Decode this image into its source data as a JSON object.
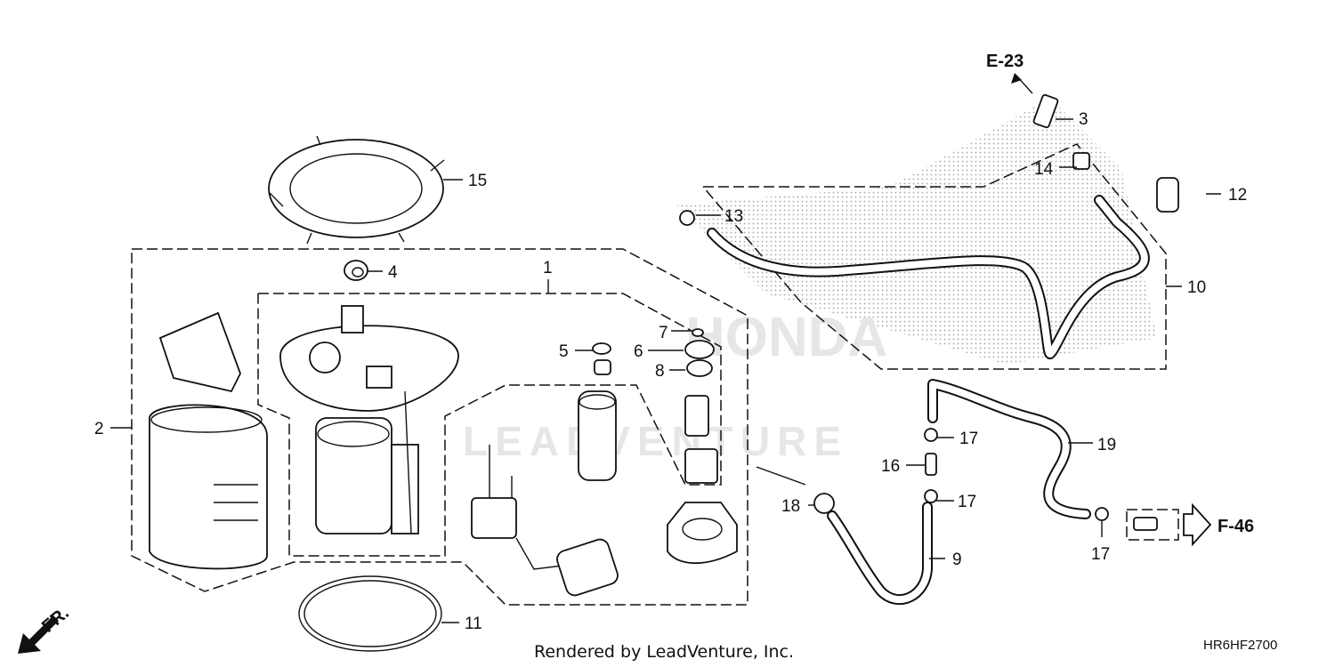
{
  "callouts": {
    "c1": "1",
    "c2": "2",
    "c3": "3",
    "c4": "4",
    "c5": "5",
    "c6": "6",
    "c7": "7",
    "c8": "8",
    "c9": "9",
    "c10": "10",
    "c11": "11",
    "c12": "12",
    "c13": "13",
    "c14": "14",
    "c15": "15",
    "c16": "16",
    "c17a": "17",
    "c17b": "17",
    "c17c": "17",
    "c18": "18",
    "c19": "19"
  },
  "references": {
    "top": "E-23",
    "right": "F-46"
  },
  "front_indicator": "FR.",
  "watermark": {
    "brand": "HONDA",
    "text": "LEADVENTURE"
  },
  "footer": {
    "rendered_by": "Rendered by LeadVenture, Inc.",
    "diagram_code": "HR6HF2700"
  }
}
